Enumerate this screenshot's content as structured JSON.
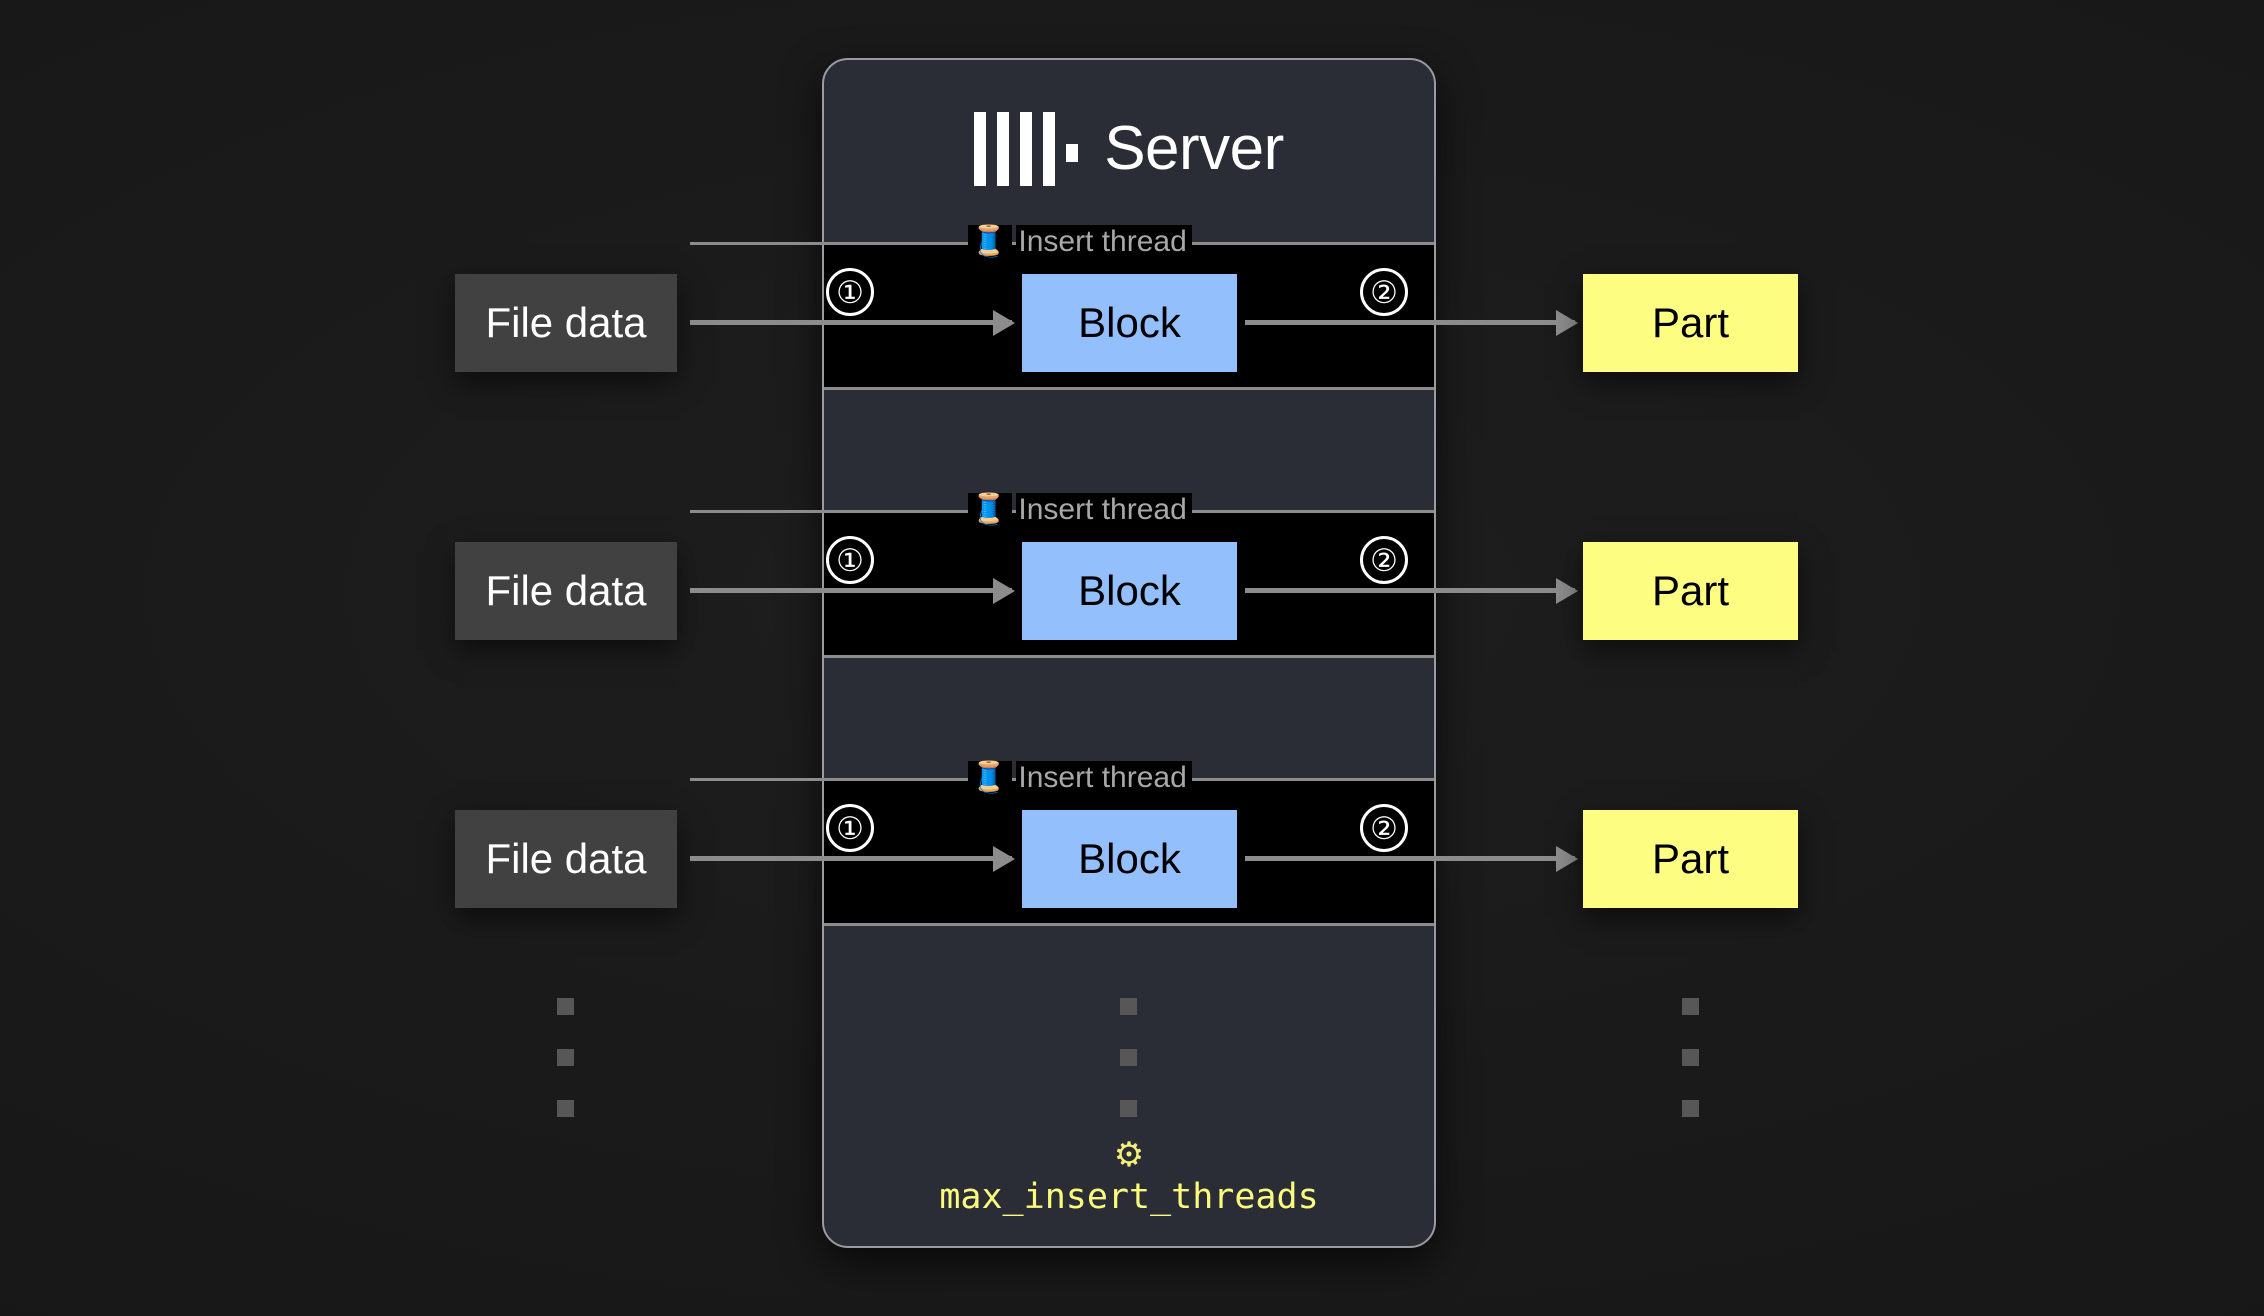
{
  "page": {
    "background_color": "#181818"
  },
  "server": {
    "title": "Server",
    "logo_icon": "clickhouse-logo-icon",
    "panel_color": "#2b2d36",
    "border_color": "#9a9aa0"
  },
  "lanes": [
    {
      "thread_icon": "🧵",
      "thread_label": "Insert thread",
      "step_in": "①",
      "step_out": "②",
      "source_label": "File data",
      "block_label": "Block",
      "result_label": "Part"
    },
    {
      "thread_icon": "🧵",
      "thread_label": "Insert thread",
      "step_in": "①",
      "step_out": "②",
      "source_label": "File data",
      "block_label": "Block",
      "result_label": "Part"
    },
    {
      "thread_icon": "🧵",
      "thread_label": "Insert thread",
      "step_in": "①",
      "step_out": "②",
      "source_label": "File data",
      "block_label": "Block",
      "result_label": "Part"
    }
  ],
  "ellipsis": {
    "square_color": "#575757",
    "count": 3
  },
  "setting": {
    "gear_icon": "⚙",
    "name": "max_insert_threads",
    "color": "#fafa7d"
  },
  "colors": {
    "file_data_box": "#414141",
    "block_box": "#93c0fd",
    "part_box": "#fdfd81",
    "arrow": "#8c8c8c",
    "thread_label_text": "#a8a8a8"
  }
}
